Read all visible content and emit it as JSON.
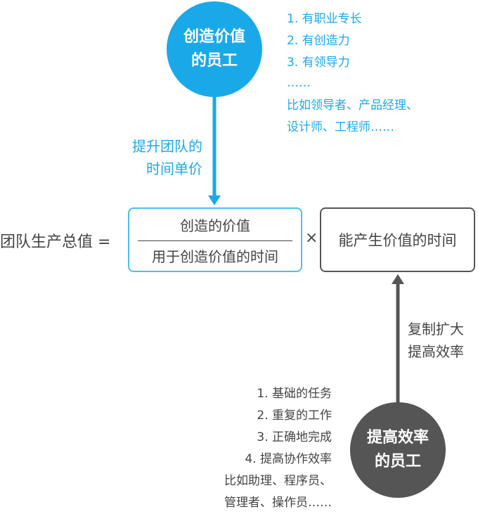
{
  "top_circle": {
    "line1": "创造价值",
    "line2": "的员工",
    "color": "#1aa9e8"
  },
  "top_list": [
    "1. 有职业专长",
    "2. 有创造力",
    "3. 有领导力",
    "……",
    "比如领导者、产品经理、",
    "设计师、工程师……"
  ],
  "top_arrow_label": {
    "line1": "提升团队的",
    "line2": "时间单价"
  },
  "formula": {
    "left": "团队生产总值 =",
    "numerator": "创造的价值",
    "denominator": "用于创造价值的时间",
    "times": "×",
    "right": "能产生价值的时间"
  },
  "bottom_arrow_label": {
    "line1": "复制扩大",
    "line2": "提高效率"
  },
  "bottom_circle": {
    "line1": "提高效率",
    "line2": "的员工",
    "color": "#555555"
  },
  "bottom_list": [
    "1. 基础的任务",
    "2. 重复的工作",
    "3. 正确地完成",
    "4. 提高协作效率",
    "比如助理、程序员、",
    "管理者、操作员……"
  ]
}
